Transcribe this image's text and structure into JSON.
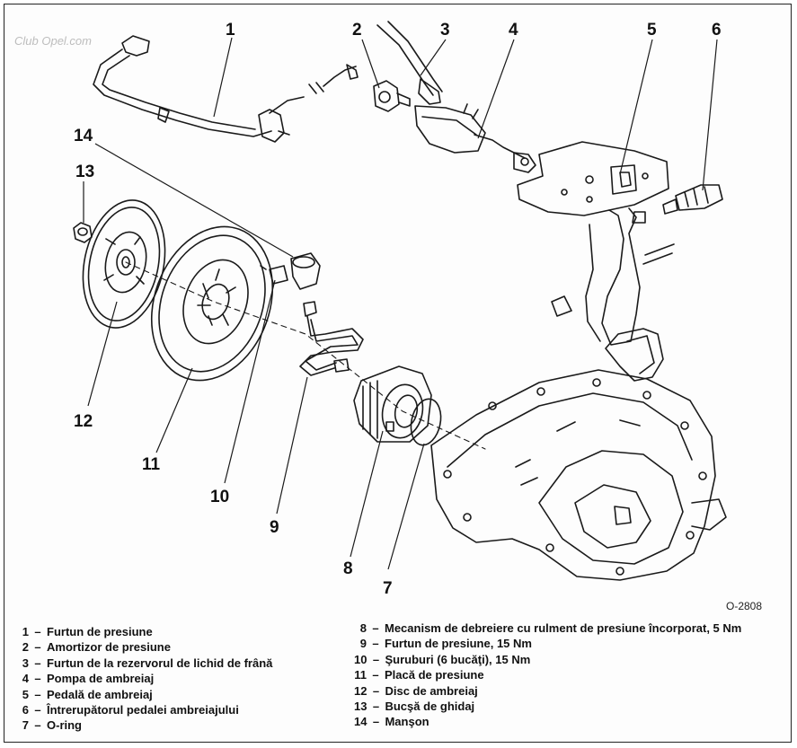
{
  "watermark": "Club Opel.com",
  "figure_code": "O-2808",
  "callouts": {
    "c1": "1",
    "c2": "2",
    "c3": "3",
    "c4": "4",
    "c5": "5",
    "c6": "6",
    "c7": "7",
    "c8": "8",
    "c9": "9",
    "c10": "10",
    "c11": "11",
    "c12": "12",
    "c13": "13",
    "c14": "14"
  },
  "legend_left": [
    {
      "num": "1",
      "text": "Furtun de presiune"
    },
    {
      "num": "2",
      "text": "Amortizor de presiune"
    },
    {
      "num": "3",
      "text": "Furtun de la rezervorul de lichid de frână"
    },
    {
      "num": "4",
      "text": "Pompa de ambreiaj"
    },
    {
      "num": "5",
      "text": "Pedală de ambreiaj"
    },
    {
      "num": "6",
      "text": "Întrerupătorul pedalei ambreiajului"
    },
    {
      "num": "7",
      "text": "O-ring"
    }
  ],
  "legend_right": [
    {
      "num": "8",
      "text": "Mecanism de debreiere cu rulment de presiune încorporat, 5 Nm"
    },
    {
      "num": "9",
      "text": "Furtun de presiune, 15 Nm"
    },
    {
      "num": "10",
      "text": "Şuruburi (6 bucăţi), 15 Nm"
    },
    {
      "num": "11",
      "text": "Placă de presiune"
    },
    {
      "num": "12",
      "text": "Disc de ambreiaj"
    },
    {
      "num": "13",
      "text": "Bucşă de ghidaj"
    },
    {
      "num": "14",
      "text": "Manşon"
    }
  ]
}
